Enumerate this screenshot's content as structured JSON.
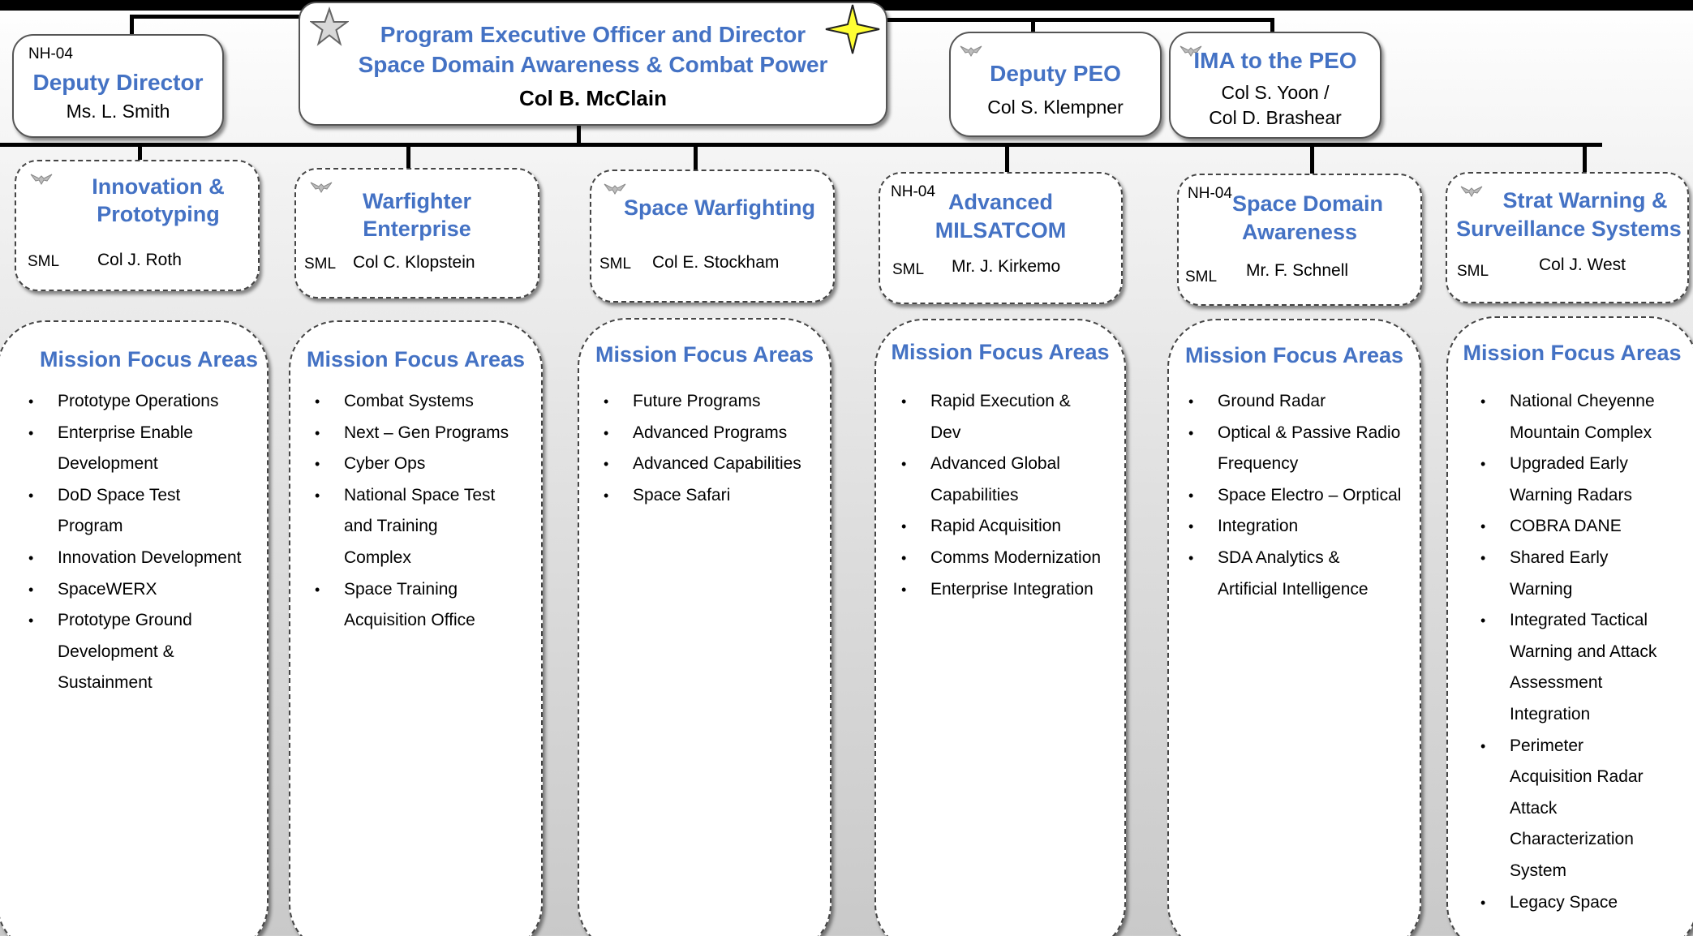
{
  "header": {
    "title_line1": "Program Executive Officer and Director",
    "title_line2": "Space Domain Awareness & Combat Power",
    "name": "Col B. McClain",
    "rank_icon": "star-icon",
    "accent_icon": "four-point-star-icon"
  },
  "deputy_director": {
    "grade": "NH-04",
    "title": "Deputy Director",
    "name": "Ms. L. Smith"
  },
  "deputy_peo": {
    "title": "Deputy PEO",
    "name": "Col S. Klempner",
    "rank_icon": "eagle-icon"
  },
  "ima": {
    "title": "IMA to the PEO",
    "name_line1": "Col S. Yoon /",
    "name_line2": "Col D. Brashear",
    "rank_icon": "eagle-icon"
  },
  "divisions": [
    {
      "title_line1": "Innovation &",
      "title_line2": "Prototyping",
      "sml": "SML",
      "lead": "Col J. Roth",
      "rank_icon": "eagle-icon"
    },
    {
      "title_line1": "Warfighter",
      "title_line2": "Enterprise",
      "sml": "SML",
      "lead": "Col C. Klopstein",
      "rank_icon": "eagle-icon"
    },
    {
      "title_line1": "Space Warfighting",
      "title_line2": "",
      "sml": "SML",
      "lead": "Col E. Stockham",
      "rank_icon": "eagle-icon"
    },
    {
      "grade": "NH-04",
      "title_line1": "Advanced",
      "title_line2": "MILSATCOM",
      "sml": "SML",
      "lead": "Mr. J. Kirkemo"
    },
    {
      "grade": "NH-04",
      "title_line1": "Space Domain",
      "title_line2": "Awareness",
      "sml": "SML",
      "lead": "Mr. F. Schnell"
    },
    {
      "title_line1": "Strat Warning &",
      "title_line2": "Surveillance Systems",
      "sml": "SML",
      "lead": "Col J. West",
      "rank_icon": "eagle-icon"
    }
  ],
  "mission_focus": {
    "title": "Mission Focus Areas",
    "bullet": "•",
    "columns": [
      [
        "Prototype Operations",
        "Enterprise Enable",
        "Development",
        "DoD Space Test",
        "Program",
        "Innovation Development",
        "SpaceWERX",
        "Prototype Ground",
        "Development &",
        "Sustainment"
      ],
      [
        "Combat Systems",
        "Next – Gen Programs",
        "Cyber Ops",
        "National Space Test",
        "and Training",
        "Complex",
        "Space Training",
        "Acquisition Office"
      ],
      [
        "Future Programs",
        "Advanced Programs",
        "Advanced Capabilities",
        "Space Safari"
      ],
      [
        "Rapid Execution &",
        "Dev",
        "Advanced Global",
        "Capabilities",
        "Rapid Acquisition",
        "Comms Modernization",
        "Enterprise Integration"
      ],
      [
        "Ground Radar",
        "Optical & Passive Radio",
        "Frequency",
        "Space Electro – Orptical",
        "Integration",
        "SDA Analytics &",
        "Artificial Intelligence"
      ],
      [
        "National Cheyenne",
        "Mountain Complex",
        "Upgraded Early",
        "Warning Radars",
        "COBRA DANE",
        "Shared Early",
        "Warning",
        "Integrated Tactical",
        "Warning and Attack",
        "Assessment",
        "Integration",
        "Perimeter",
        "Acquisition Radar",
        "Attack",
        "Characterization",
        "System",
        "Legacy Space"
      ]
    ],
    "bullet_flags": [
      [
        1,
        1,
        0,
        1,
        0,
        1,
        1,
        1,
        0,
        0
      ],
      [
        1,
        1,
        1,
        1,
        0,
        0,
        1,
        0
      ],
      [
        1,
        1,
        1,
        1
      ],
      [
        1,
        0,
        1,
        0,
        1,
        1,
        1
      ],
      [
        1,
        1,
        0,
        1,
        1,
        1,
        0
      ],
      [
        1,
        0,
        1,
        0,
        1,
        1,
        0,
        1,
        0,
        0,
        0,
        1,
        0,
        0,
        0,
        0,
        1
      ]
    ]
  }
}
